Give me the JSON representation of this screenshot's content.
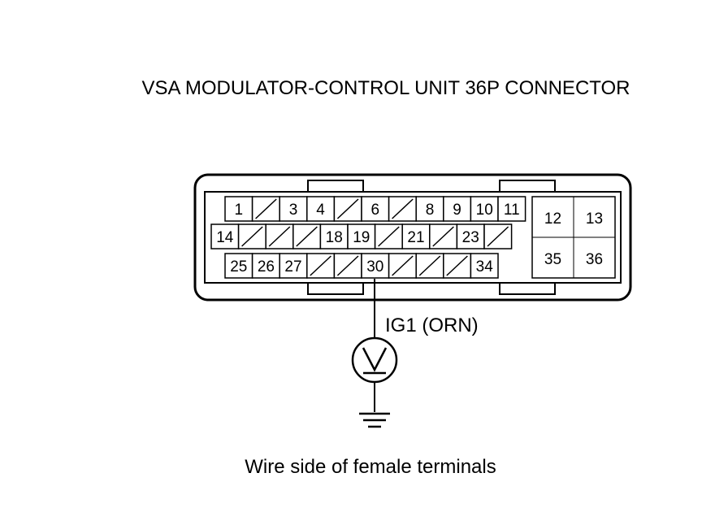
{
  "title": "VSA MODULATOR-CONTROL UNIT 36P CONNECTOR",
  "caption": "Wire side of female terminals",
  "wire_label": "IG1 (ORN)",
  "probe_terminal": "30",
  "rows": [
    [
      "1",
      "",
      "3",
      "4",
      "",
      "6",
      "",
      "8",
      "9",
      "10",
      "11"
    ],
    [
      "14",
      "",
      "",
      "",
      "18",
      "19",
      "",
      "21",
      "",
      "23",
      ""
    ],
    [
      "25",
      "26",
      "27",
      "",
      "",
      "30",
      "",
      "",
      "",
      "34"
    ]
  ],
  "side_block": [
    [
      "12",
      "13"
    ],
    [
      "35",
      "36"
    ]
  ],
  "icons": {
    "voltmeter": "voltmeter-icon",
    "ground": "ground-icon"
  }
}
